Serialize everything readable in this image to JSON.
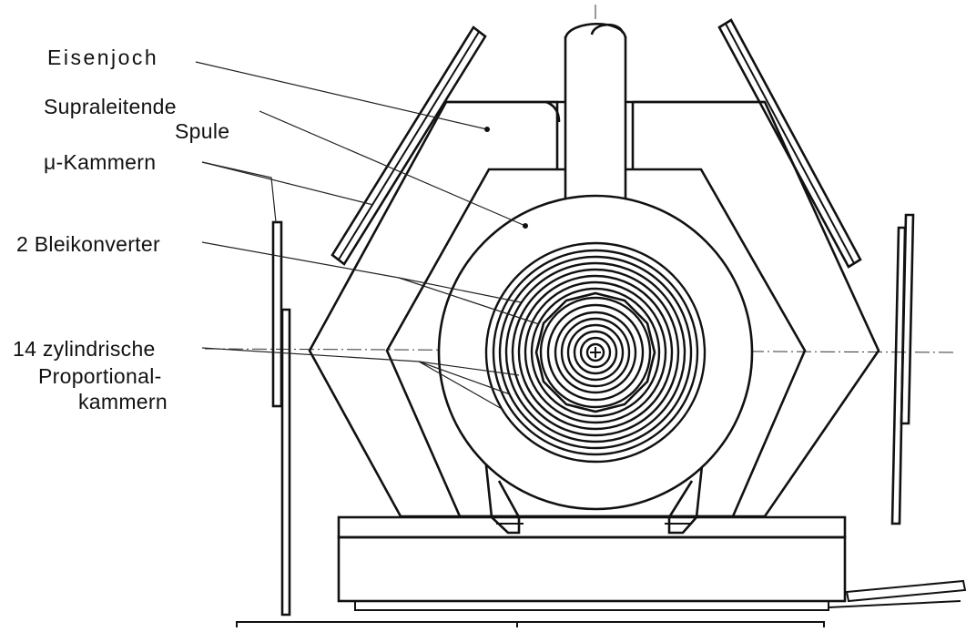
{
  "labels": {
    "eisenjoch": "Eisenjoch",
    "spule_line1": "Supraleitende",
    "spule_line2": "Spule",
    "mu_kammern": "μ-Kammern",
    "bleikonverter": "2 Bleikonverter",
    "zyl_line1": "14 zylindrische",
    "zyl_line2": "Proportional-",
    "zyl_line3": "kammern"
  },
  "colors": {
    "ink": "#111111",
    "background": "#ffffff"
  },
  "chamber_ring_count": 14
}
